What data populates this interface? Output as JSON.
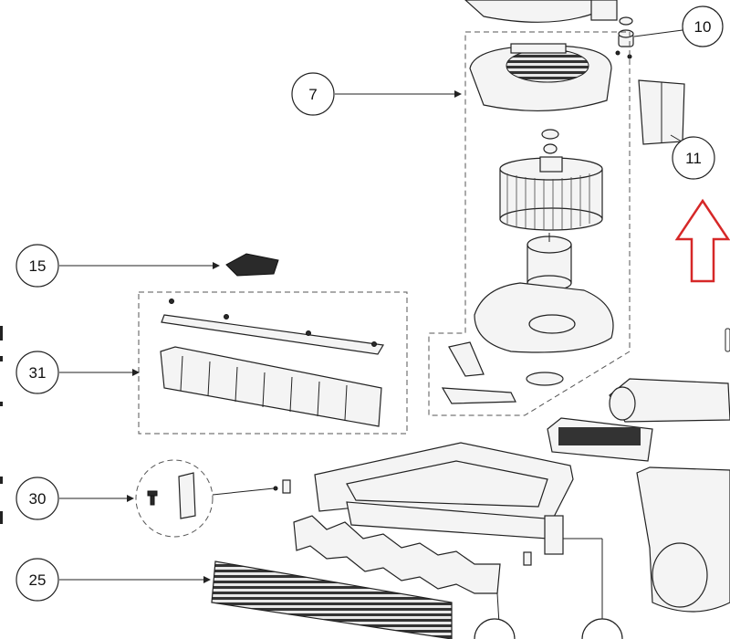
{
  "callouts": [
    {
      "id": "c7",
      "label": "7"
    },
    {
      "id": "c10",
      "label": "10"
    },
    {
      "id": "c11",
      "label": "11"
    },
    {
      "id": "c15",
      "label": "15"
    },
    {
      "id": "c31",
      "label": "31"
    },
    {
      "id": "c30",
      "label": "30"
    },
    {
      "id": "c25",
      "label": "25"
    }
  ],
  "colors": {
    "line": "#222222",
    "arrow": "#d62828",
    "background": "#ffffff"
  }
}
